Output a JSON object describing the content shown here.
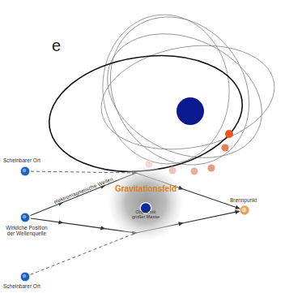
{
  "diagram": {
    "nodes": [
      {
        "text": [
          "Scheinbarer Ort"
        ]
      },
      {
        "text": [
          "Wirkliche Position der Wellenquelle"
        ]
      },
      {
        "text": [
          "Scheinbarer Ort"
        ]
      },
      {
        "text": [
          "Gravitationsfeld",
          "Objekt mit großer Masse"
        ]
      },
      {
        "text": [
          "Brennpunkt"
        ]
      }
    ],
    "edges": [
      {
        "from": 1,
        "to": 4,
        "arrow": "to",
        "label": "elektromagnetische Wellen"
      },
      {
        "from": 1,
        "to": 4,
        "arrow": "to"
      },
      {
        "from": 0,
        "to": 3,
        "arrow": "none"
      },
      {
        "from": 2,
        "to": 3,
        "arrow": "none"
      }
    ],
    "labels": [
      "e"
    ]
  }
}
